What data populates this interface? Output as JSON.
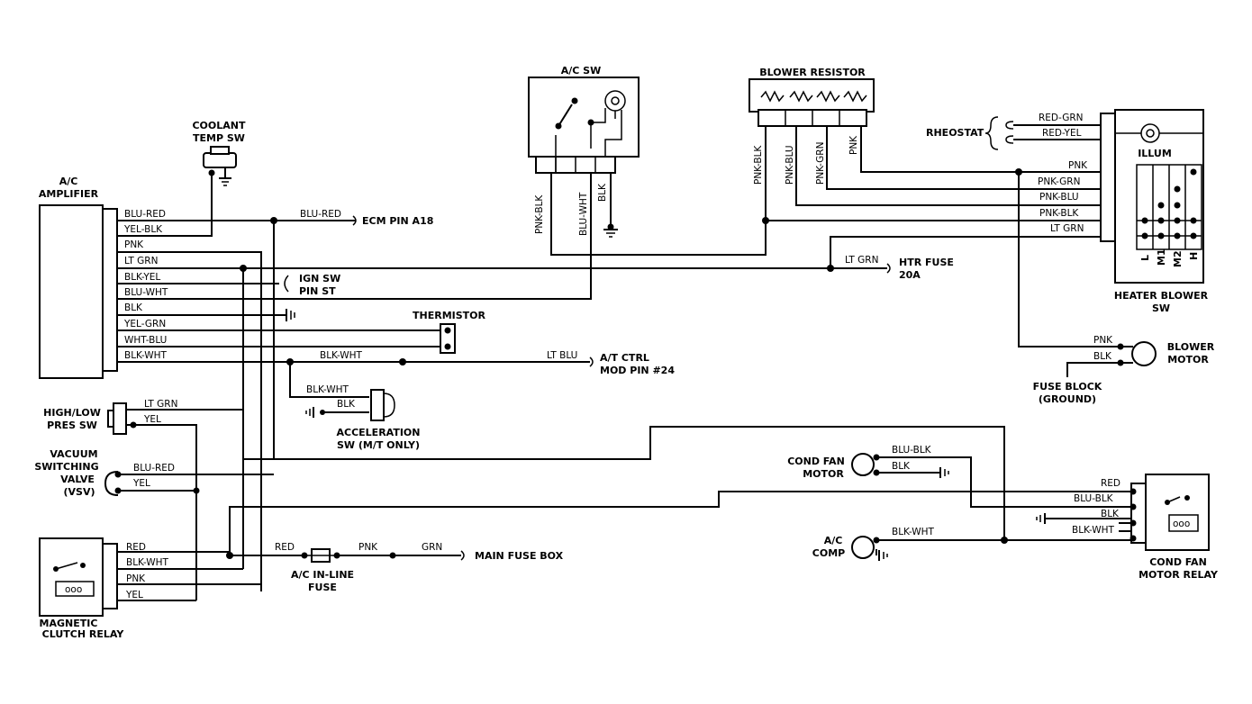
{
  "components": {
    "ac_amplifier": [
      "A/C",
      "AMPLIFIER"
    ],
    "coolant_temp_sw": [
      "COOLANT",
      "TEMP SW"
    ],
    "ac_sw": "A/C SW",
    "blower_resistor": "BLOWER RESISTOR",
    "rheostat": "RHEOSTAT",
    "illum": "ILLUM",
    "heater_blower_sw": [
      "HEATER BLOWER",
      "SW"
    ],
    "blower_motor": [
      "BLOWER",
      "MOTOR"
    ],
    "fuse_block": [
      "FUSE BLOCK",
      "(GROUND)"
    ],
    "thermistor": "THERMISTOR",
    "acceleration_sw": [
      "ACCELERATION",
      "SW (M/T ONLY)"
    ],
    "high_low_pres_sw": [
      "HIGH/LOW",
      "PRES SW"
    ],
    "vsv": [
      "VACUUM",
      "SWITCHING",
      "VALVE",
      "(VSV)"
    ],
    "magnetic_clutch_relay": [
      "MAGNETIC",
      "CLUTCH RELAY"
    ],
    "ac_inline_fuse": [
      "A/C IN-LINE",
      "FUSE"
    ],
    "main_fuse_box": "MAIN FUSE BOX",
    "cond_fan_motor": [
      "COND FAN",
      "MOTOR"
    ],
    "ac_comp": [
      "A/C",
      "COMP"
    ],
    "cond_fan_motor_relay": [
      "COND FAN",
      "MOTOR RELAY"
    ],
    "ecm_pin": "ECM PIN A18",
    "ign_sw": [
      "IGN SW",
      "PIN ST"
    ],
    "htr_fuse": [
      "HTR FUSE",
      "20A"
    ],
    "at_ctrl": [
      "A/T CTRL",
      "MOD PIN #24"
    ]
  },
  "amplifier_pins": [
    "BLU-RED",
    "YEL-BLK",
    "PNK",
    "LT GRN",
    "BLK-YEL",
    "BLU-WHT",
    "BLK",
    "YEL-GRN",
    "WHT-BLU",
    "BLK-WHT"
  ],
  "ac_sw_wires": [
    "PNK-BLK",
    "BLU-WHT",
    "BLK"
  ],
  "resistor_wires": [
    "PNK-BLK",
    "PNK-BLU",
    "PNK-GRN",
    "PNK"
  ],
  "rheostat_wires": [
    "RED-GRN",
    "RED-YEL"
  ],
  "heater_sw_wires": [
    "PNK",
    "PNK-GRN",
    "PNK-BLU",
    "PNK-BLK",
    "LT GRN"
  ],
  "heater_sw_positions": [
    "L",
    "M1",
    "M2",
    "H"
  ],
  "blower_motor_wires": [
    "PNK",
    "BLK"
  ],
  "misc_wires": {
    "ecm": "BLU-RED",
    "htr": "LT GRN",
    "at_ctrl_left": "BLK-WHT",
    "at_ctrl_right": "LT BLU",
    "accel_1": "BLK-WHT",
    "accel_2": "BLK",
    "pres_1": "LT GRN",
    "pres_2": "YEL",
    "vsv_1": "BLU-RED",
    "vsv_2": "YEL",
    "fuse_red": "RED",
    "fuse_pnk": "PNK",
    "fuse_grn": "GRN",
    "cond_fan_1": "BLU-BLK",
    "cond_fan_2": "BLK",
    "comp": "BLK-WHT"
  },
  "mag_relay_pins": [
    "RED",
    "BLK-WHT",
    "PNK",
    "YEL"
  ],
  "cond_relay_pins": [
    "RED",
    "BLU-BLK",
    "BLK",
    "BLK-WHT"
  ]
}
